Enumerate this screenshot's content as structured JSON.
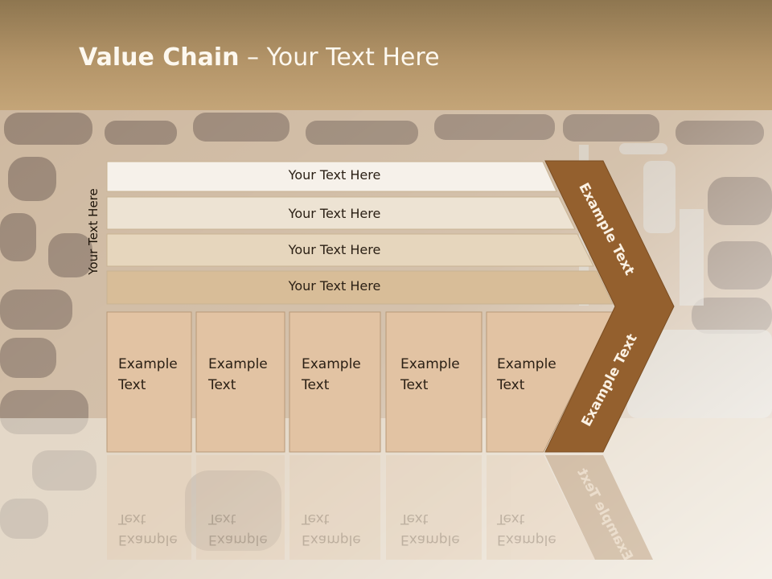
{
  "slide": {
    "title_bold": "Value Chain",
    "title_rest": " – Your Text Here",
    "side_label": "Your Text Here"
  },
  "rows": [
    {
      "label": "Your Text Here"
    },
    {
      "label": "Your Text Here"
    },
    {
      "label": "Your Text Here"
    },
    {
      "label": "Your Text Here"
    }
  ],
  "boxes": [
    {
      "label": "Example\nText"
    },
    {
      "label": "Example\nText"
    },
    {
      "label": "Example\nText"
    },
    {
      "label": "Example\nText"
    },
    {
      "label": "Example\nText"
    }
  ],
  "chevron": {
    "upper_label": "Example Text",
    "lower_label": "Example Text"
  },
  "colors": {
    "header": "#b39468",
    "row1": "#f6f1ea",
    "row2": "#ede3d3",
    "row3": "#e6d6bd",
    "row4": "#d8bd98",
    "box": "#e2c3a3",
    "chevron": "#94602e"
  }
}
